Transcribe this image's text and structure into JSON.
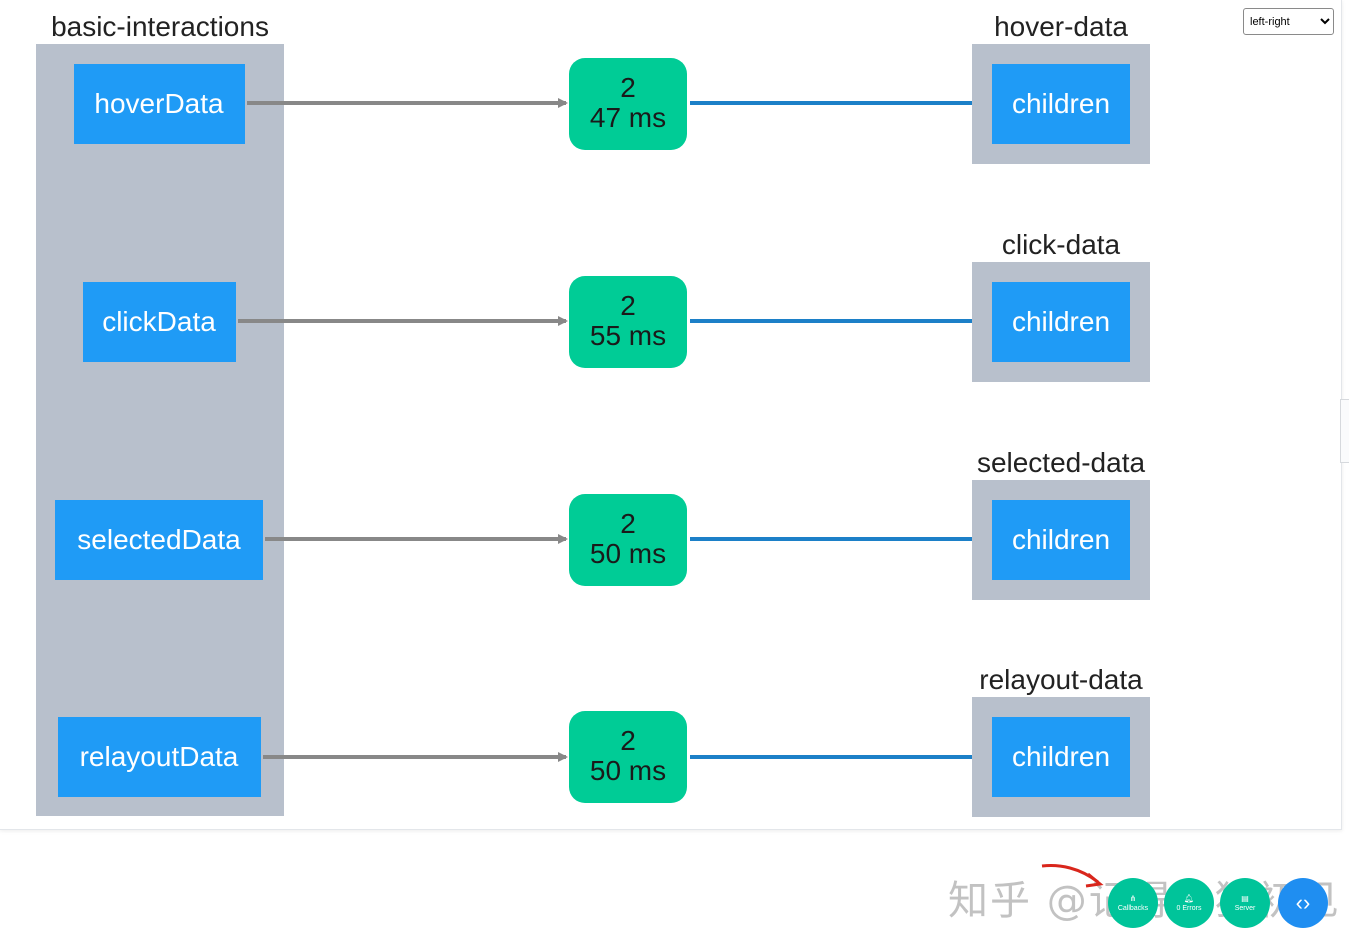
{
  "layout_select": {
    "selected": "left-right"
  },
  "source": {
    "title": "basic-interactions",
    "props": [
      "hoverData",
      "clickData",
      "selectedData",
      "relayoutData"
    ]
  },
  "callbacks": [
    {
      "count": "2",
      "time": "47 ms"
    },
    {
      "count": "2",
      "time": "55 ms"
    },
    {
      "count": "2",
      "time": "50 ms"
    },
    {
      "count": "2",
      "time": "50 ms"
    }
  ],
  "targets": [
    {
      "title": "hover-data",
      "prop": "children"
    },
    {
      "title": "click-data",
      "prop": "children"
    },
    {
      "title": "selected-data",
      "prop": "children"
    },
    {
      "title": "relayout-data",
      "prop": "children"
    }
  ],
  "colors": {
    "container": "#b8c0cc",
    "node": "#1f9bf6",
    "callback": "#00cc96",
    "input_edge": "#888888",
    "output_edge": "#1c80c8"
  },
  "fab": {
    "callbacks_label": "Callbacks",
    "errors_label": "0 Errors",
    "server_label": "Server",
    "toggle_icon": "code-icon"
  },
  "watermark": "知乎 @记得小猪初见"
}
